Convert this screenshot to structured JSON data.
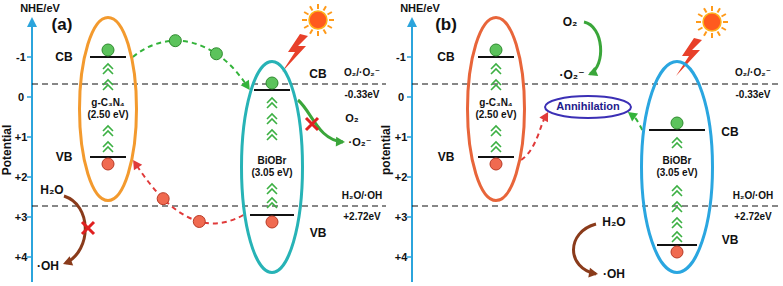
{
  "diagram": {
    "nodes": [
      {
        "text": [
          "g-C₃N₄",
          "(2.50 eV)"
        ]
      },
      {
        "text": [
          "BiOBr",
          "(3.05 eV)"
        ]
      },
      {
        "text": [
          "g-C₃N₄",
          "(2.50 eV)"
        ]
      },
      {
        "text": [
          "Annihilation"
        ]
      },
      {
        "text": [
          "BiOBr",
          "(3.05 eV)"
        ]
      }
    ],
    "edges": [
      {
        "from": 0,
        "to": 1,
        "arrow": "to"
      },
      {
        "from": 1,
        "to": 0,
        "arrow": "to"
      },
      {
        "from": 4,
        "to": 3,
        "arrow": "to"
      },
      {
        "from": 2,
        "to": 3,
        "arrow": "to"
      }
    ],
    "labels": [
      "NHE/eV",
      "(a)",
      "Potential",
      "-1",
      "0",
      "+1",
      "+2",
      "+3",
      "+4",
      "CB",
      "VB",
      "CB",
      "VB",
      "O₂",
      "·O₂⁻",
      "O₂/·O₂⁻",
      "-0.33eV",
      "H₂O",
      "·OH",
      "H₂O/·OH",
      "+2.72eV",
      "NHE/eV",
      "(b)",
      "potential",
      "-1",
      "0",
      "+1",
      "+2",
      "+3",
      "+4",
      "CB",
      "VB",
      "O₂",
      "·O₂⁻",
      "CB",
      "VB",
      "O₂/·O₂⁻",
      "-0.33eV",
      "H₂O",
      "·OH",
      "H₂O/·OH",
      "+2.72eV"
    ]
  }
}
